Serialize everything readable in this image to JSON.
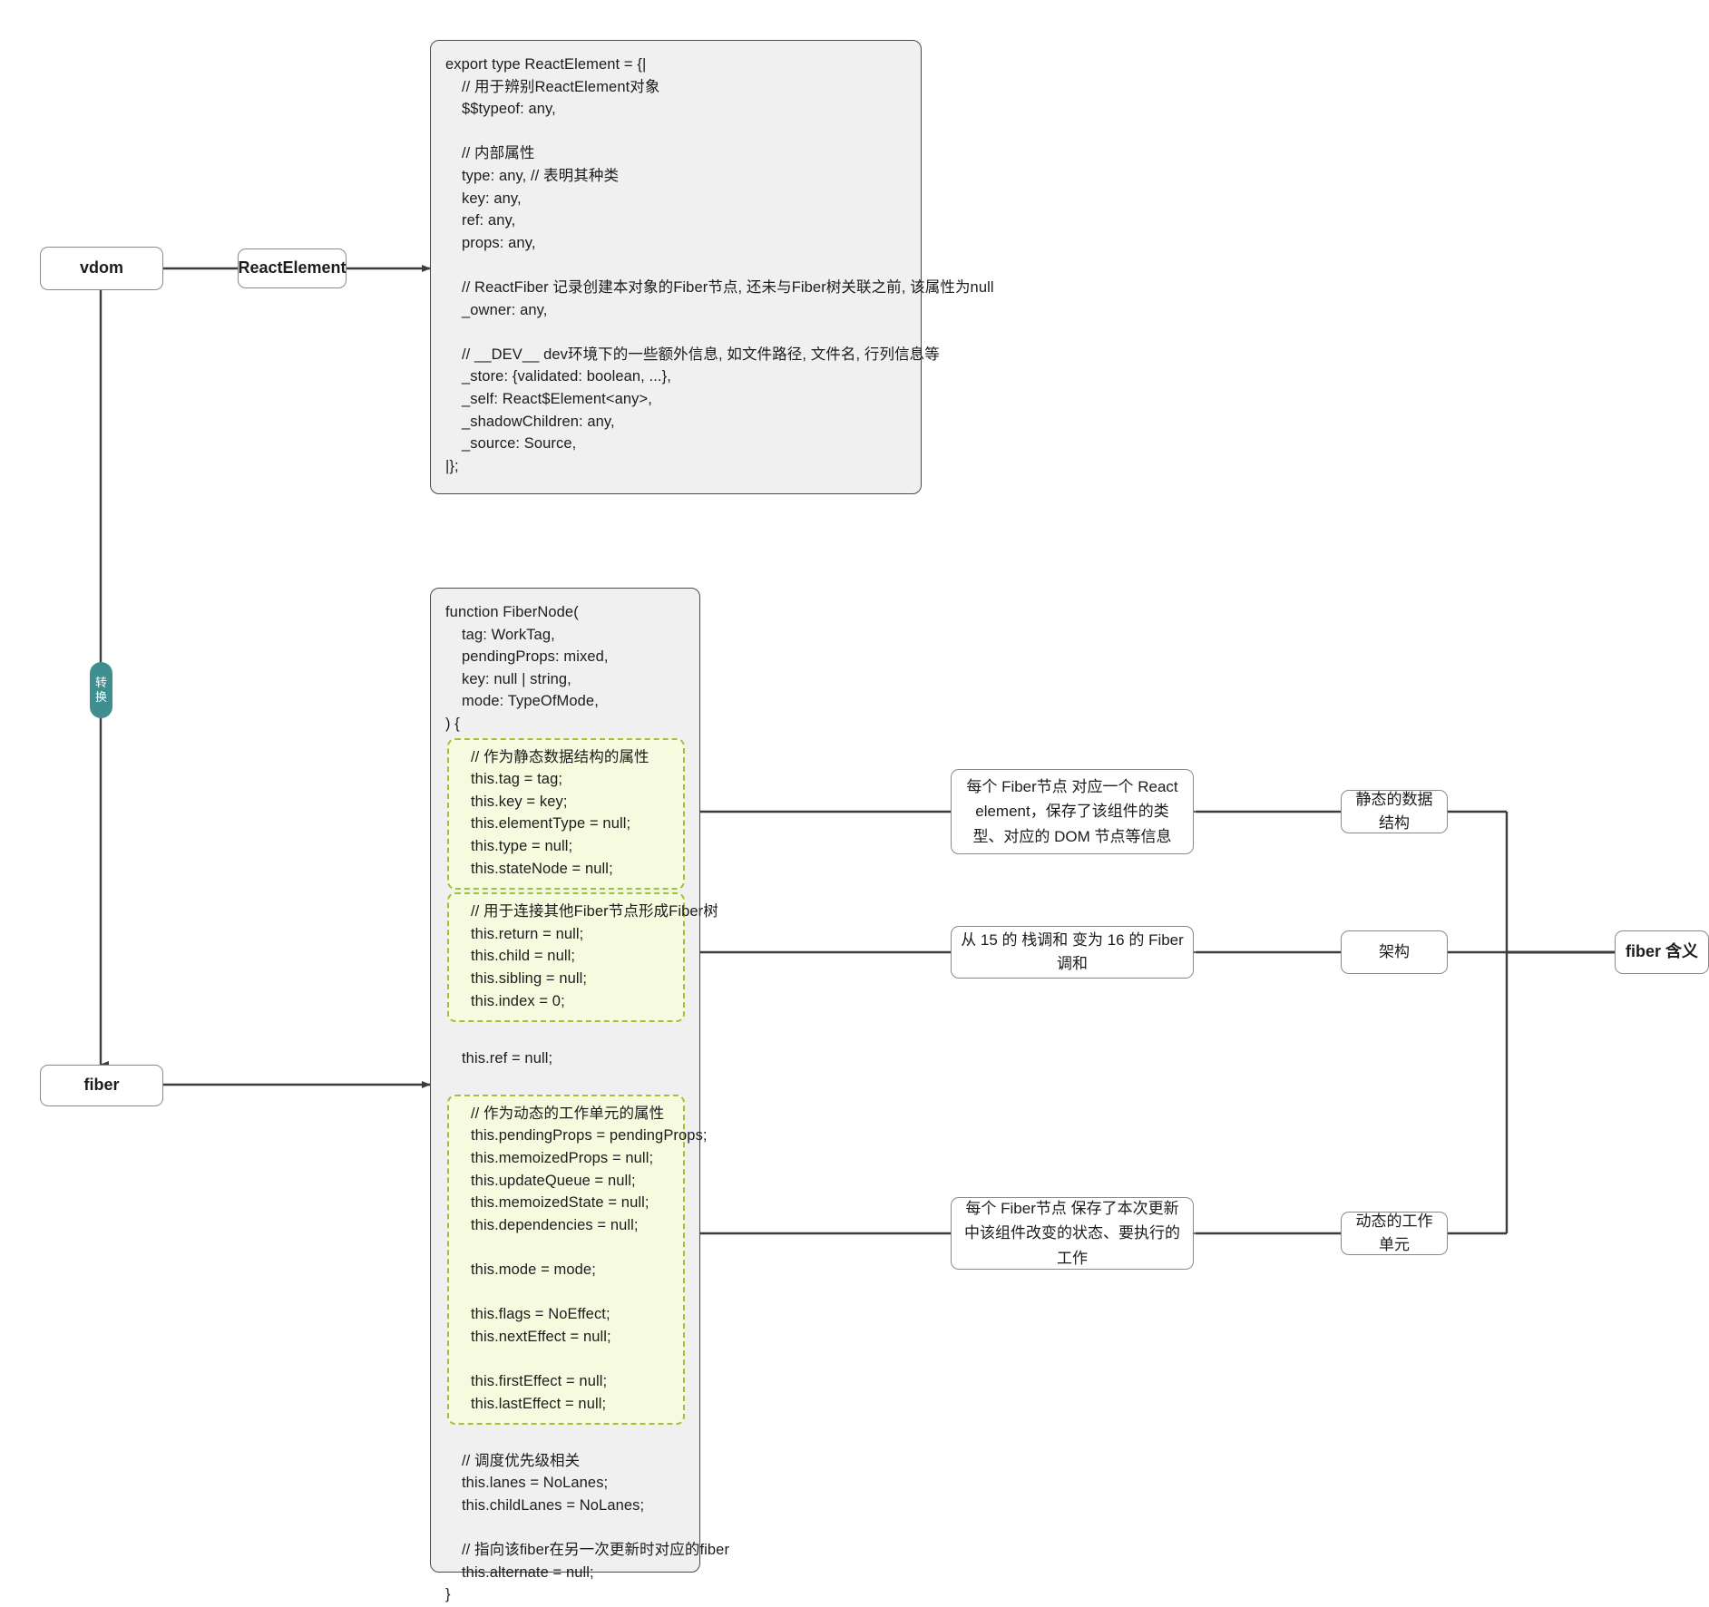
{
  "diagram": {
    "title": "React vdom to fiber structure diagram",
    "colors": {
      "code_box_bg": "#f0f0f0",
      "code_box_border": "#4a4a4a",
      "highlight_bg": "#f6fadf",
      "highlight_border": "#9fc23d",
      "badge_bg": "#3f8f90",
      "node_border": "#8a8a8a",
      "wire": "#4a4a4a",
      "page_bg": "#ffffff"
    }
  },
  "left_nodes": {
    "vdom": "vdom",
    "react_element": "ReactElement",
    "fiber": "fiber"
  },
  "badge": {
    "char1": "转",
    "char2": "换"
  },
  "react_element_code": {
    "lines": [
      {
        "text": "export type ReactElement = {|",
        "indent": 0
      },
      {
        "text": "// 用于辨别ReactElement对象",
        "indent": 1
      },
      {
        "text": "$$typeof: any,",
        "indent": 1
      },
      {
        "text": "",
        "indent": 1
      },
      {
        "text": "// 内部属性",
        "indent": 1
      },
      {
        "text": "type: any, // 表明其种类",
        "indent": 1
      },
      {
        "text": "key: any,",
        "indent": 1
      },
      {
        "text": "ref: any,",
        "indent": 1
      },
      {
        "text": "props: any,",
        "indent": 1
      },
      {
        "text": "",
        "indent": 1
      },
      {
        "text": "// ReactFiber 记录创建本对象的Fiber节点, 还未与Fiber树关联之前, 该属性为null",
        "indent": 1
      },
      {
        "text": "_owner: any,",
        "indent": 1
      },
      {
        "text": "",
        "indent": 1
      },
      {
        "text": "// __DEV__ dev环境下的一些额外信息, 如文件路径, 文件名, 行列信息等",
        "indent": 1
      },
      {
        "text": "_store: {validated: boolean, ...},",
        "indent": 1
      },
      {
        "text": "_self: React$Element<any>,",
        "indent": 1
      },
      {
        "text": "_shadowChildren: any,",
        "indent": 1
      },
      {
        "text": "_source: Source,",
        "indent": 1
      },
      {
        "text": "|};",
        "indent": 0
      }
    ]
  },
  "fiber_node_code": {
    "header": [
      {
        "text": "function FiberNode(",
        "indent": 0
      },
      {
        "text": "tag: WorkTag,",
        "indent": 1
      },
      {
        "text": "pendingProps: mixed,",
        "indent": 1
      },
      {
        "text": "key: null | string,",
        "indent": 1
      },
      {
        "text": "mode: TypeOfMode,",
        "indent": 1
      },
      {
        "text": ") {",
        "indent": 0
      }
    ],
    "group_static": [
      "// 作为静态数据结构的属性",
      "this.tag = tag;",
      "this.key = key;",
      "this.elementType = null;",
      "this.type = null;",
      "this.stateNode = null;"
    ],
    "group_tree": [
      "// 用于连接其他Fiber节点形成Fiber树",
      "this.return = null;",
      "this.child = null;",
      "this.sibling = null;",
      "this.index = 0;"
    ],
    "mid_lines": [
      {
        "text": "",
        "indent": 1
      },
      {
        "text": "this.ref = null;",
        "indent": 1
      },
      {
        "text": "",
        "indent": 1
      }
    ],
    "group_dynamic": [
      "// 作为动态的工作单元的属性",
      "this.pendingProps = pendingProps;",
      "this.memoizedProps = null;",
      "this.updateQueue = null;",
      "this.memoizedState = null;",
      "this.dependencies = null;",
      "",
      "this.mode = mode;",
      "",
      "this.flags = NoEffect;",
      "this.nextEffect = null;",
      "",
      "this.firstEffect = null;",
      "this.lastEffect = null;"
    ],
    "footer": [
      {
        "text": "",
        "indent": 1
      },
      {
        "text": "// 调度优先级相关",
        "indent": 1
      },
      {
        "text": "this.lanes = NoLanes;",
        "indent": 1
      },
      {
        "text": "this.childLanes = NoLanes;",
        "indent": 1
      },
      {
        "text": "",
        "indent": 1
      },
      {
        "text": "// 指向该fiber在另一次更新时对应的fiber",
        "indent": 1
      },
      {
        "text": "this.alternate = null;",
        "indent": 1
      },
      {
        "text": "}",
        "indent": 0
      }
    ]
  },
  "right_branch": {
    "root": "fiber 含义",
    "rows": [
      {
        "category": "静态的数据结构",
        "description": "每个 Fiber节点 对应一个 React element，保存了该组件的类型、对应的 DOM 节点等信息"
      },
      {
        "category": "架构",
        "description": "从 15 的 栈调和 变为 16 的 Fiber调和"
      },
      {
        "category": "动态的工作单元",
        "description": "每个 Fiber节点 保存了本次更新中该组件改变的状态、要执行的工作"
      }
    ]
  }
}
